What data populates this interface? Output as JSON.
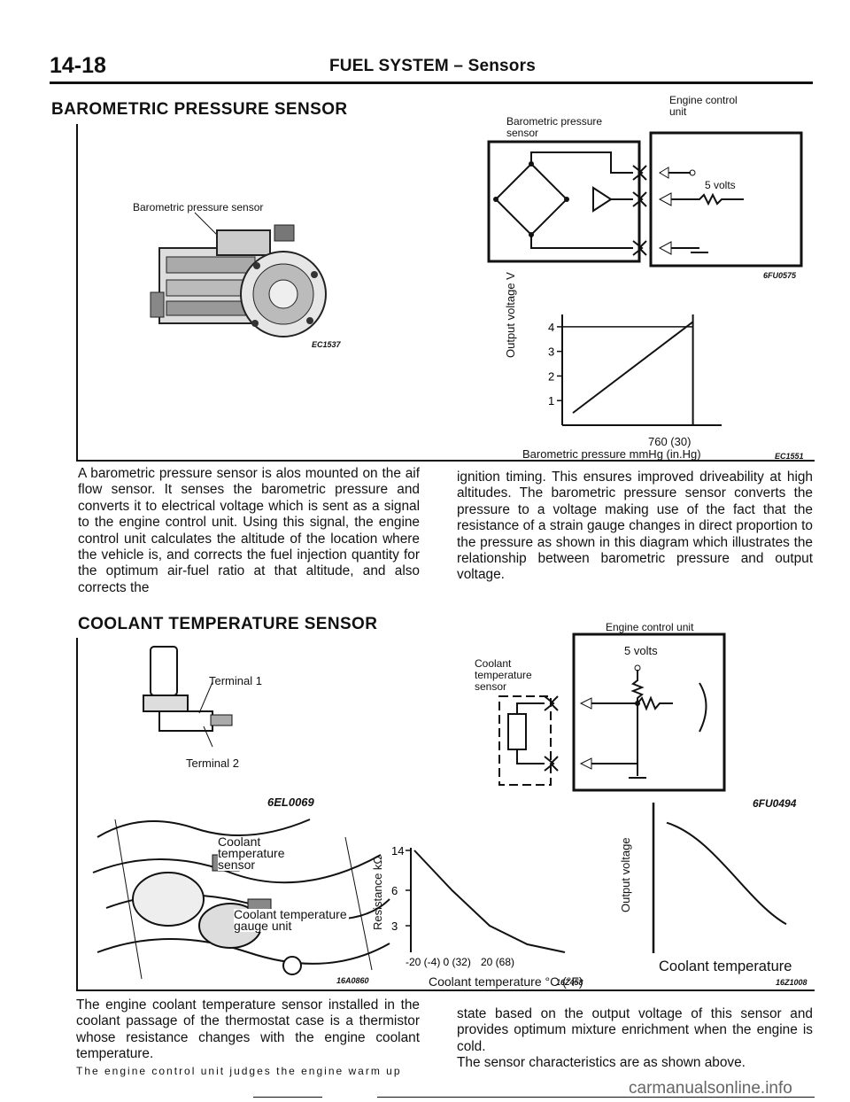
{
  "header": {
    "page_number": "14-18",
    "title": "FUEL SYSTEM – Sensors"
  },
  "baro": {
    "title": "BAROMETRIC PRESSURE SENSOR",
    "photo_label": "Barometric pressure sensor",
    "photo_code": "EC1537",
    "circuit": {
      "sensor_label": "Barometric pressure sensor",
      "ecu_label": "Engine control unit",
      "volts": "5 volts",
      "code": "6FU0575"
    },
    "graph": {
      "y_label": "Output voltage V",
      "y_ticks": [
        "4",
        "3",
        "2",
        "1"
      ],
      "x_tick": "760 (30)",
      "x_label": "Barometric pressure mmHg (in.Hg)",
      "code": "EC1551"
    },
    "text_left": "A barometric pressure sensor is alos mounted on the aif flow sensor. It senses the barometric pressure and converts it to electrical voltage which is sent as a signal to the engine control unit. Using this signal, the engine control unit calculates the altitude of the location where the vehicle is, and corrects the fuel injection quantity for the optimum air-fuel ratio at that altitude, and also corrects the",
    "text_right": "ignition timing. This ensures improved driveability at high altitudes. The barometric pressure sensor converts the pressure to a voltage making use of the fact that the resistance of a strain gauge changes in direct proportion to the pressure as shown in this diagram which illustrates the relationship between barometric pressure and output voltage."
  },
  "coolant": {
    "title": "COOLANT TEMPERATURE SENSOR",
    "terminal1": "Terminal 1",
    "terminal2": "Terminal 2",
    "sensor_code": "6EL0069",
    "engine_label1": "Coolant temperature sensor",
    "engine_label2": "Coolant temperature gauge unit",
    "engine_code": "16A0860",
    "circuit": {
      "ecu_label": "Engine control unit",
      "sensor_label": "Coolant temperature sensor",
      "volts": "5 volts",
      "code": "6FU0494"
    },
    "res_graph": {
      "y_label": "Resistance kΩ",
      "y_ticks": [
        "14",
        "6",
        "3"
      ],
      "x_ticks": [
        "-20 (-4)",
        "0 (32)",
        "20 (68)"
      ],
      "x_label": "Coolant temperature °C (°F)",
      "code": "16Z458"
    },
    "out_graph": {
      "y_label": "Output voltage",
      "x_label": "Coolant temperature",
      "code": "16Z1008"
    },
    "text_left": "The engine coolant temperature sensor installed in the coolant passage of the thermostat case is a thermistor whose resistance changes with the engine coolant temperature.",
    "text_left_last": "The engine control unit judges the engine warm up",
    "text_right": "state based on the output voltage of this sensor and provides optimum mixture enrichment when the engine is cold.",
    "text_right_last": "The sensor characteristics are as shown above."
  },
  "watermark": "carmanualsonline.info",
  "chart_data": [
    {
      "type": "line",
      "title": "",
      "xlabel": "Barometric pressure mmHg (in.Hg)",
      "ylabel": "Output voltage V",
      "x": [
        0,
        760
      ],
      "y": [
        0.5,
        4.2
      ],
      "x_ticks": [
        "760 (30)"
      ],
      "y_ticks": [
        1,
        2,
        3,
        4
      ]
    },
    {
      "type": "line",
      "title": "",
      "xlabel": "Coolant temperature °C (°F)",
      "ylabel": "Resistance kΩ",
      "x": [
        -20,
        0,
        20,
        40,
        60
      ],
      "y": [
        14,
        6,
        3,
        1.6,
        1.0
      ],
      "x_ticks": [
        "-20 (-4)",
        "0 (32)",
        "20 (68)"
      ],
      "y_ticks": [
        14,
        6,
        3
      ]
    },
    {
      "type": "line",
      "title": "",
      "xlabel": "Coolant temperature",
      "ylabel": "Output voltage",
      "x": [
        0,
        1,
        2,
        3
      ],
      "y": [
        3,
        2.6,
        1.4,
        0.3
      ]
    }
  ]
}
